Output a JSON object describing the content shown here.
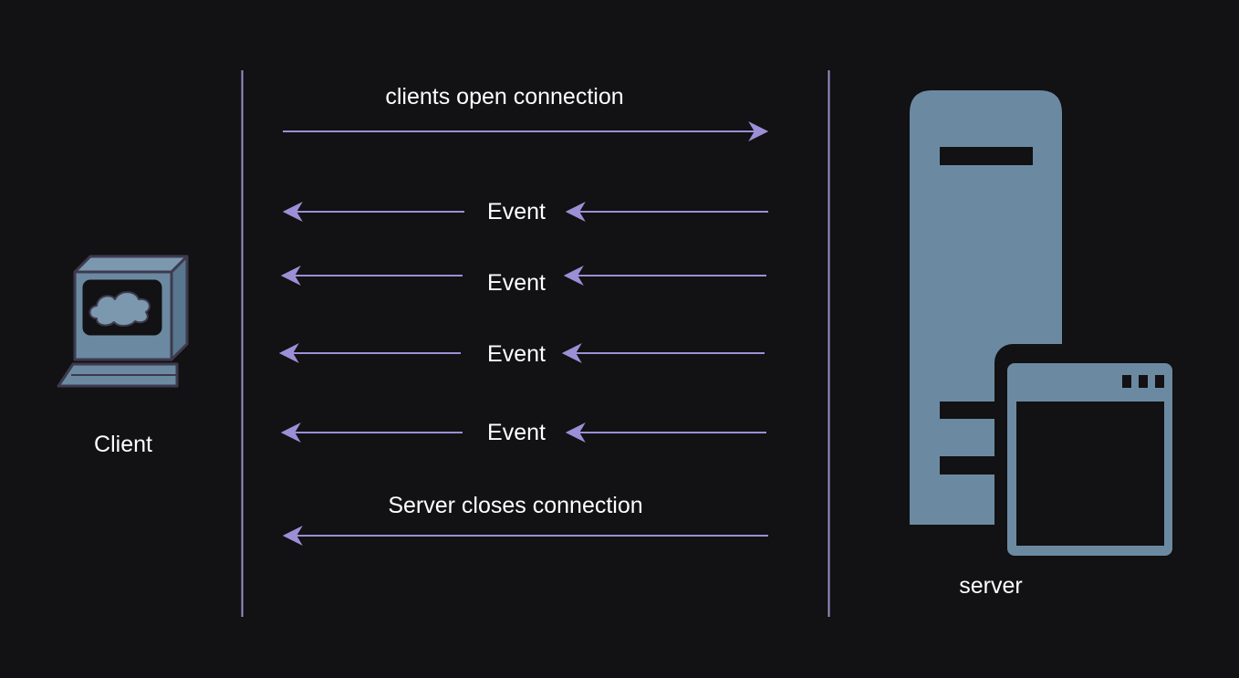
{
  "diagram": {
    "client_label": "Client",
    "server_label": "server",
    "messages": {
      "open": "clients open connection",
      "events": [
        "Event",
        "Event",
        "Event",
        "Event"
      ],
      "close": "Server closes connection"
    }
  },
  "colors": {
    "background": "#121113",
    "arrow": "#9c8fd6",
    "lifeline": "#9a90c8",
    "device_fill": "#6b8aa2",
    "device_outline": "#3d3a4e",
    "text": "#ffffff"
  },
  "icons": {
    "client": "computer-terminal-icon",
    "server": "server-tower-icon",
    "server_window": "app-window-icon"
  }
}
